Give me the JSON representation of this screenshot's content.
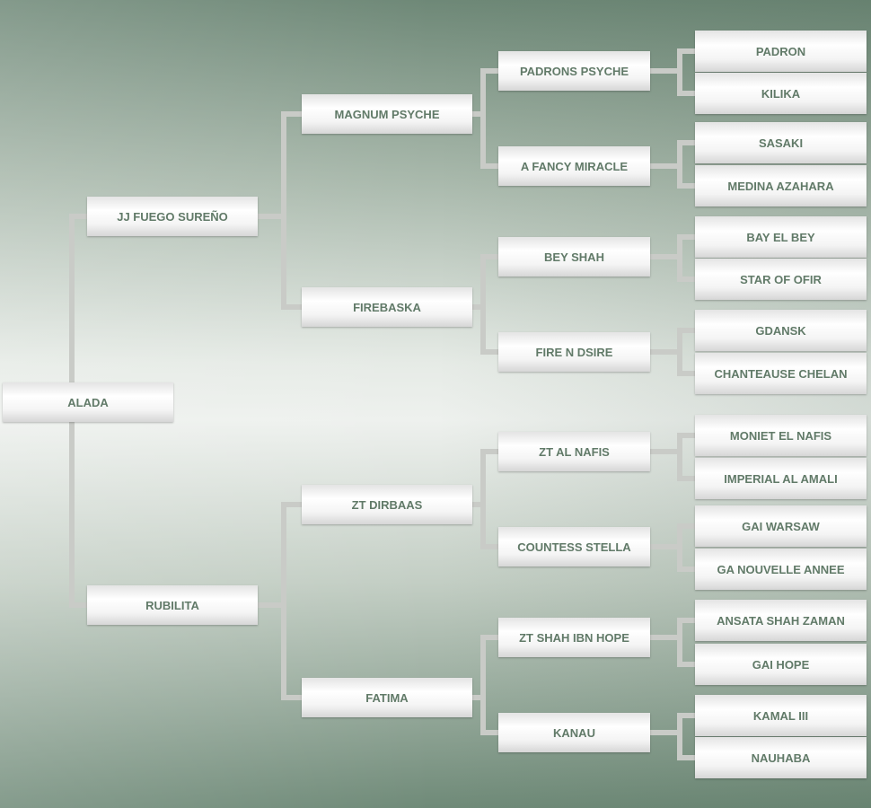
{
  "pedigree": {
    "subject": "ALADA",
    "parents": [
      "JJ FUEGO SUREÑO",
      "RUBILITA"
    ],
    "grandparents": [
      "MAGNUM PSYCHE",
      "FIREBASKA",
      "ZT DIRBAAS",
      "FATIMA"
    ],
    "great_grandparents": [
      "PADRONS PSYCHE",
      "A FANCY MIRACLE",
      "BEY SHAH",
      "FIRE N DSIRE",
      "ZT AL NAFIS",
      "COUNTESS STELLA",
      "ZT SHAH IBN HOPE",
      "KANAU"
    ],
    "great_great_grandparents": [
      "PADRON",
      "KILIKA",
      "SASAKI",
      "MEDINA AZAHARA",
      "BAY EL BEY",
      "STAR OF OFIR",
      "GDANSK",
      "CHANTEAUSE CHELAN",
      "MONIET EL NAFIS",
      "IMPERIAL AL AMALI",
      "GAI WARSAW",
      "GA NOUVELLE ANNEE",
      "ANSATA SHAH ZAMAN",
      "GAI HOPE",
      "KAMAL III",
      "NAUHABA"
    ]
  }
}
